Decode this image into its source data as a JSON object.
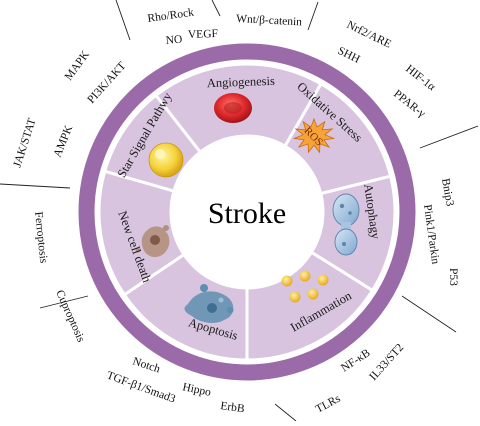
{
  "center": {
    "label": "Stroke"
  },
  "segments": [
    {
      "label": "Angiogenesis"
    },
    {
      "label": "Oxidative Stress"
    },
    {
      "label": "Autophagy"
    },
    {
      "label": "Inflammation"
    },
    {
      "label": "Apoptosis"
    },
    {
      "label": "New cell death"
    },
    {
      "label": "Star Signal Pathwy"
    }
  ],
  "ros_label": "ROS",
  "outer_groups": [
    {
      "name": "top-group",
      "labels": [
        "Rho/Rock",
        "NO",
        "VEGF",
        "Wnt/β-catenin"
      ]
    },
    {
      "name": "top-right-group",
      "labels": [
        "Nrf2/ARE",
        "SHH",
        "HIF-1α",
        "PPAR-γ"
      ]
    },
    {
      "name": "right-group",
      "labels": [
        "Bnip3",
        "Pink1/Parkin",
        "P53"
      ]
    },
    {
      "name": "bottom-right-group",
      "labels": [
        "NF-κB",
        "IL33/ST2",
        "TLRs"
      ]
    },
    {
      "name": "bottom-group",
      "labels": [
        "Notch",
        "Hippo",
        "TGF-β1/Smad3",
        "ErbB"
      ]
    },
    {
      "name": "left-group",
      "labels": [
        "Ferroptosis",
        "Cuproptosis"
      ]
    },
    {
      "name": "top-left-group",
      "labels": [
        "MAPK",
        "PI3K/AKT",
        "JAK/STAT",
        "AMPK"
      ]
    }
  ],
  "colors": {
    "ring": "#9b6aa8",
    "segment_fill": "#d8c4df",
    "segment_divider": "#ffffff",
    "center_fill": "#ffffff",
    "blood_cell": "#e0282c",
    "ros_burst": "#f6a43a",
    "yellow_cell": "#f5d23a",
    "autophagy": "#9ab9da",
    "inflammation": "#f2c23a",
    "apoptosis": "#5f8fb0",
    "new_cell_death": "#b3907c"
  }
}
